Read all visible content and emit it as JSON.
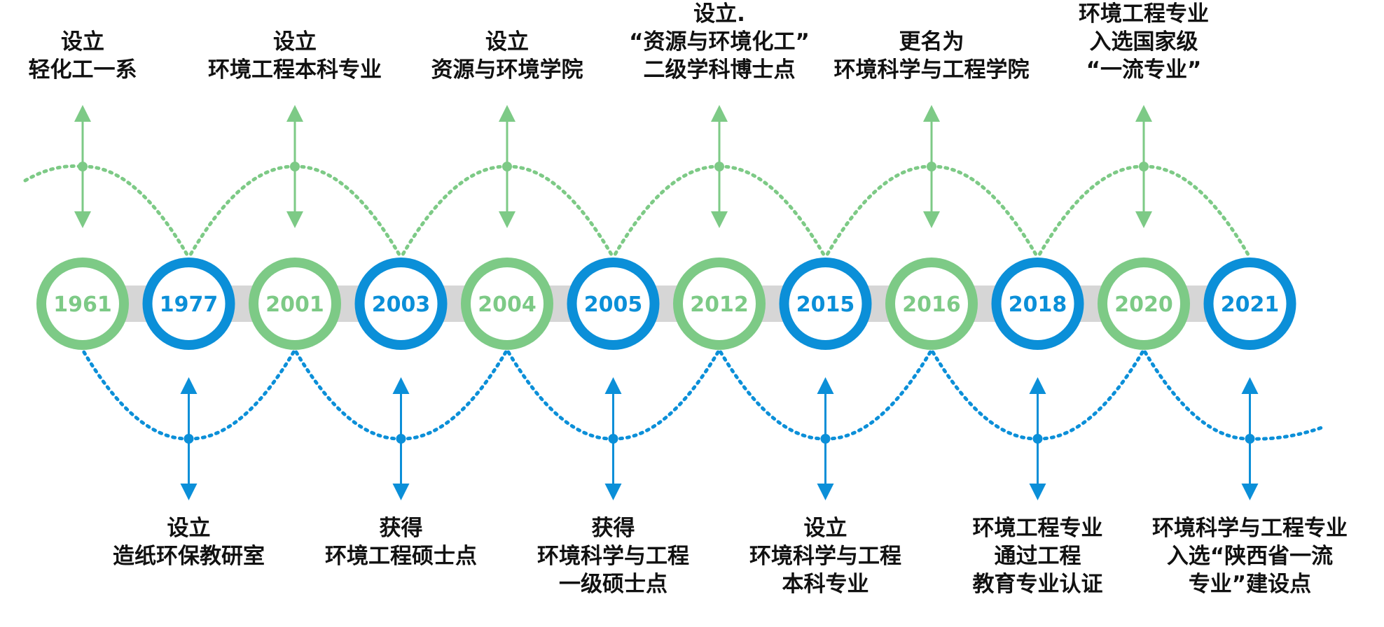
{
  "colors": {
    "green": "#7dca86",
    "blue": "#0b8fd8",
    "track": "#d6d6d6",
    "text": "#111111"
  },
  "milestones": [
    {
      "year": "1961",
      "color": "green",
      "position": "top",
      "lines": [
        "设立",
        "轻化工一系"
      ]
    },
    {
      "year": "1977",
      "color": "blue",
      "position": "bottom",
      "lines": [
        "设立",
        "造纸环保教研室"
      ]
    },
    {
      "year": "2001",
      "color": "green",
      "position": "top",
      "lines": [
        "设立",
        "环境工程本科专业"
      ]
    },
    {
      "year": "2003",
      "color": "blue",
      "position": "bottom",
      "lines": [
        "获得",
        "环境工程硕士点"
      ]
    },
    {
      "year": "2004",
      "color": "green",
      "position": "top",
      "lines": [
        "设立",
        "资源与环境学院"
      ]
    },
    {
      "year": "2005",
      "color": "blue",
      "position": "bottom",
      "lines": [
        "获得",
        "环境科学与工程",
        "一级硕士点"
      ]
    },
    {
      "year": "2012",
      "color": "green",
      "position": "top",
      "lines": [
        "设立.",
        "“资源与环境化工”",
        "二级学科博士点"
      ]
    },
    {
      "year": "2015",
      "color": "blue",
      "position": "bottom",
      "lines": [
        "设立",
        "环境科学与工程",
        "本科专业"
      ]
    },
    {
      "year": "2016",
      "color": "green",
      "position": "top",
      "lines": [
        "更名为",
        "环境科学与工程学院"
      ]
    },
    {
      "year": "2018",
      "color": "blue",
      "position": "bottom",
      "lines": [
        "环境工程专业",
        "通过工程",
        "教育专业认证"
      ]
    },
    {
      "year": "2020",
      "color": "green",
      "position": "top",
      "lines": [
        "环境工程专业",
        "入选国家级",
        "“一流专业”"
      ]
    },
    {
      "year": "2021",
      "color": "blue",
      "position": "bottom",
      "lines": [
        "环境科学与工程专业",
        "入选“陕西省一流",
        "专业”建设点"
      ]
    }
  ]
}
